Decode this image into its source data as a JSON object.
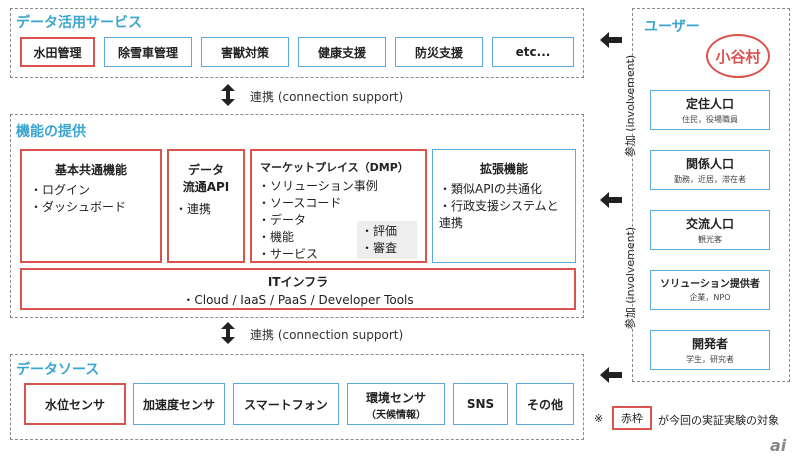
{
  "services": {
    "title": "データ活用サービス",
    "items": [
      "水田管理",
      "除雪車管理",
      "害獣対策",
      "健康支援",
      "防災支援",
      "etc..."
    ]
  },
  "connection_label": "連携 (connection support)",
  "functions": {
    "title": "機能の提供",
    "basic": {
      "title": "基本共通機能",
      "items": [
        "ログイン",
        "ダッシュボード"
      ]
    },
    "flow": {
      "title_line1": "データ",
      "title_line2": "流通API",
      "items": [
        "連携"
      ]
    },
    "market": {
      "title": "マーケットプレイス（DMP）",
      "items": [
        "ソリューション事例",
        "ソースコード",
        "データ",
        "機能",
        "サービス"
      ],
      "sub_items": [
        "評価",
        "審査"
      ]
    },
    "extended": {
      "title": "拡張機能",
      "items": [
        "類似APIの共通化",
        "行政支援システムと連携"
      ]
    },
    "infra": {
      "title": "ITインフラ",
      "detail": "・Cloud / IaaS / PaaS / Developer Tools"
    }
  },
  "datasource": {
    "title": "データソース",
    "items": [
      {
        "label": "水位センサ",
        "sub": ""
      },
      {
        "label": "加速度センサ",
        "sub": ""
      },
      {
        "label": "スマートフォン",
        "sub": ""
      },
      {
        "label": "環境センサ",
        "sub": "（天候情報）"
      },
      {
        "label": "SNS",
        "sub": ""
      },
      {
        "label": "その他",
        "sub": ""
      }
    ]
  },
  "users": {
    "title": "ユーザー",
    "village": "小谷村",
    "items": [
      {
        "title": "定住人口",
        "sub": "住民，役場職員"
      },
      {
        "title": "関係人口",
        "sub": "勤務，近居，滞在者"
      },
      {
        "title": "交流人口",
        "sub": "観光客"
      },
      {
        "title": "ソリューション提供者",
        "sub": "企業，NPO"
      },
      {
        "title": "開発者",
        "sub": "学生，研究者"
      }
    ]
  },
  "involvement_label": "参加 (involvement)",
  "legend": {
    "mark": "※",
    "box_label": "赤枠",
    "text": "が今回の実証実験の対象"
  },
  "logo": "ai",
  "colors": {
    "accent": "#3aa6cf",
    "highlight": "#d9534f",
    "box_border": "#5aa9d6"
  }
}
